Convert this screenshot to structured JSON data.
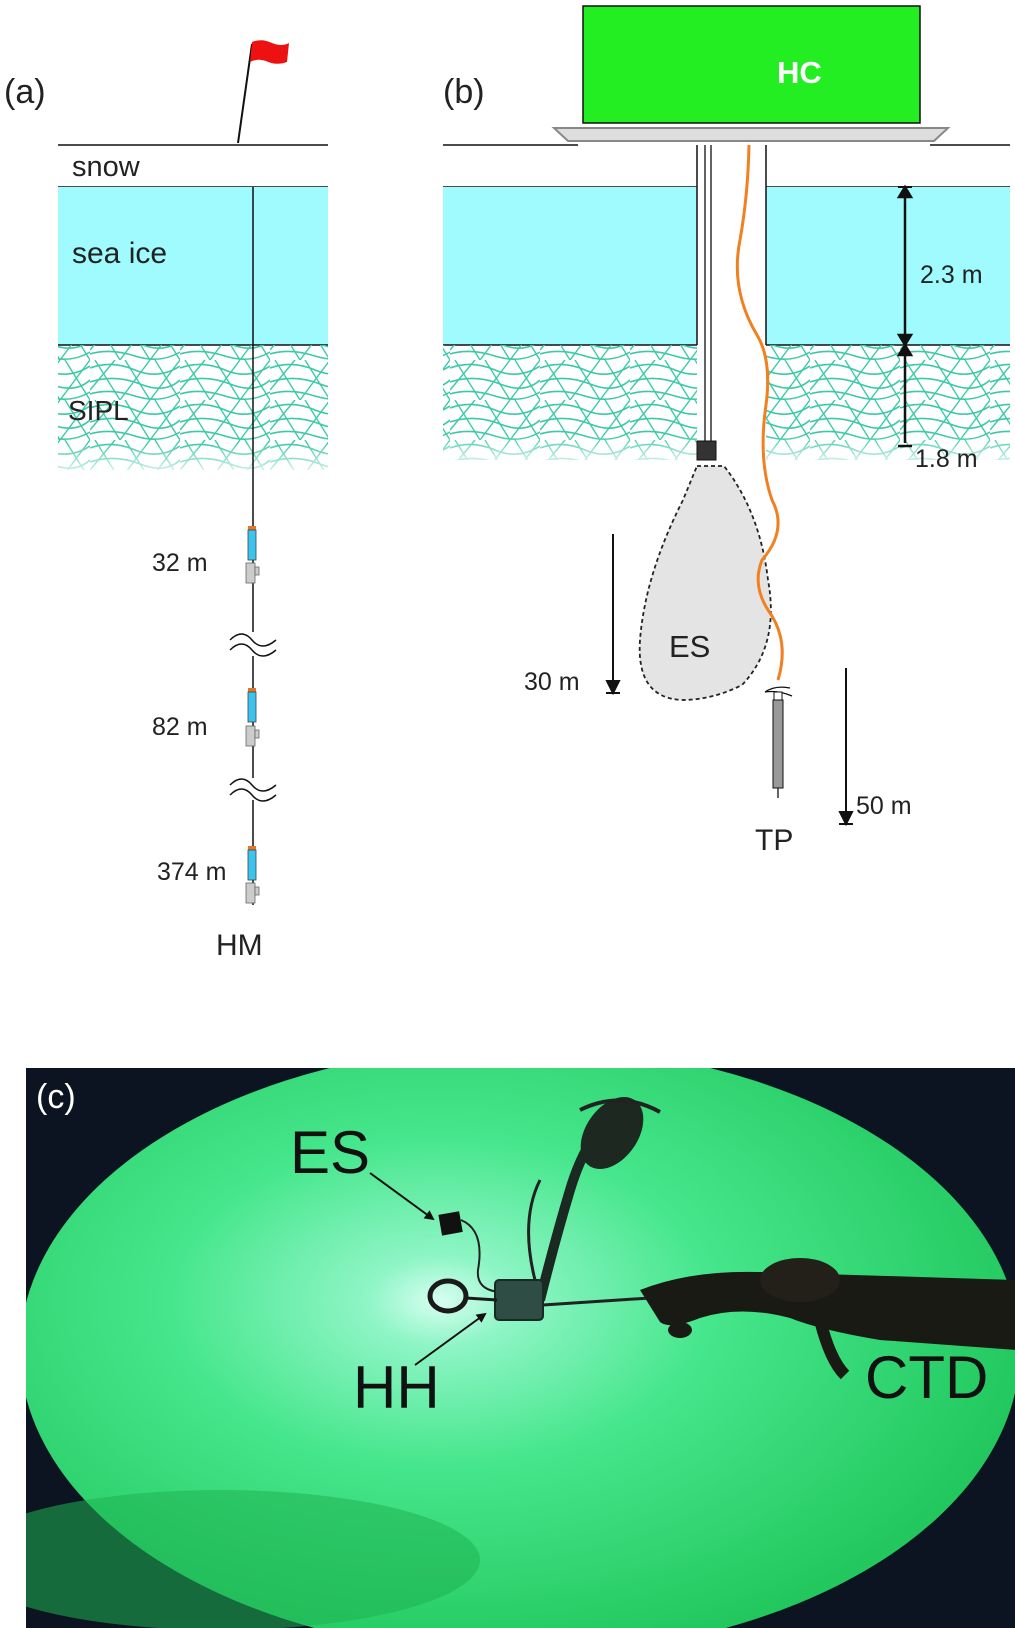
{
  "panel_a": {
    "label": "(a)",
    "snow_label": "snow",
    "ice_label": "sea ice",
    "sipl_label": "SIPL",
    "depths": [
      "32 m",
      "82 m",
      "374 m"
    ],
    "mooring_label": "HM"
  },
  "panel_b": {
    "label": "(b)",
    "hut_label": "HC",
    "ice_thickness_label": "2.3 m",
    "sipl_thickness_label": "1.8 m",
    "sounder_label": "ES",
    "sounder_depth_label": "30 m",
    "profiler_label": "TP",
    "profiler_depth_label": "50 m"
  },
  "panel_c": {
    "label": "(c)",
    "sounder_label": "ES",
    "hydrophone_label": "HH",
    "ctd_label": "CTD"
  },
  "colors": {
    "ice": "#9ffbfd",
    "platelet": "#3cc9a8",
    "hut": "#22ee22",
    "cable": "#f08020",
    "instrument_blue": "#3cc4ee",
    "photo_water": "#35e07a"
  },
  "icons": [
    "flag-icon"
  ]
}
